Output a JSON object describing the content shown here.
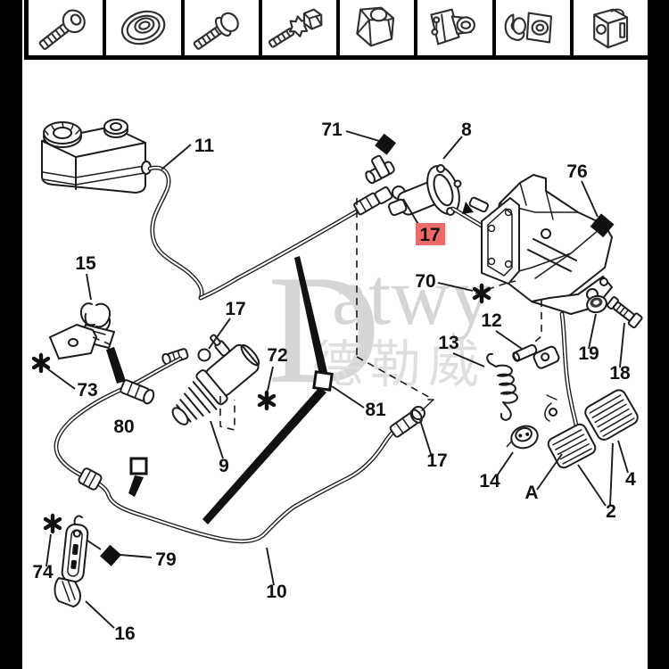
{
  "page": {
    "background": "#ffffff",
    "frame": "#000000"
  },
  "watermark": {
    "brand": "Datwy",
    "brand_initial": "D",
    "brand_rest": "atwy",
    "cjk": "德勒威",
    "brand_color": "#d6d6d6",
    "cjk_color": "#dfdfdf"
  },
  "thumbnails": {
    "items": [
      {
        "name": "button-head-bolt"
      },
      {
        "name": "grommet-washer"
      },
      {
        "name": "pan-head-screw"
      },
      {
        "name": "stud-with-nut"
      },
      {
        "name": "hex-flange-nut"
      },
      {
        "name": "mounting-bracket"
      },
      {
        "name": "hose-clamp"
      },
      {
        "name": "clip-block"
      }
    ]
  },
  "highlight": {
    "label": "17",
    "bg": "#ec6a6a",
    "fg": "#a21613"
  },
  "callouts": {
    "c71": "71",
    "c8": "8",
    "c76": "76",
    "c11": "11",
    "c15": "15",
    "c70": "70",
    "c17a": "17",
    "c72": "72",
    "c12": "12",
    "c13": "13",
    "c19": "19",
    "c18": "18",
    "c73": "73",
    "c81": "81",
    "c80": "80",
    "c17b": "17",
    "c9": "9",
    "c14": "14",
    "cA": "A",
    "c4": "4",
    "c2": "2",
    "c79": "79",
    "c74": "74",
    "c10": "10",
    "c16": "16"
  },
  "markers": {
    "diamonds": [
      "71",
      "76",
      "79"
    ],
    "asterisks": [
      "70",
      "72",
      "73",
      "74"
    ],
    "squares": [
      "80",
      "81"
    ]
  }
}
